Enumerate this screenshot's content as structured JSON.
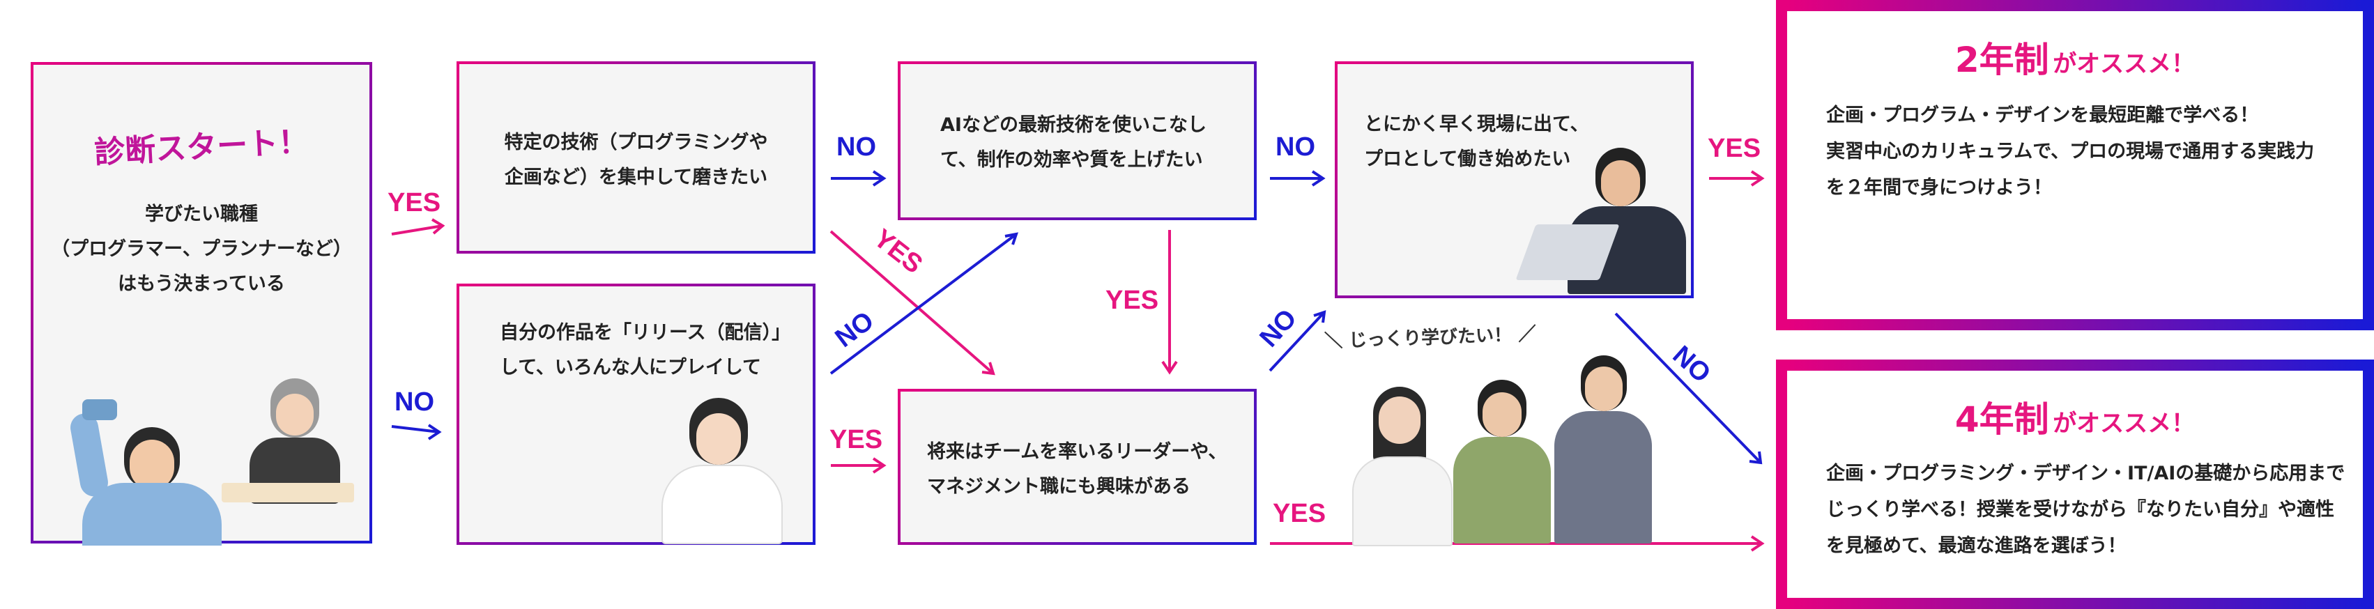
{
  "start": {
    "title": "診断スタート！",
    "text": "学びたい職種\n（プログラマー、プランナーなど）\nはもう決まっている"
  },
  "q1": {
    "text": "特定の技術（プログラミングや\n企画など）を集中して磨きたい"
  },
  "q2": {
    "text": "自分の作品を「リリース（配信）」\nして、いろんな人にプレイして"
  },
  "q3": {
    "text": "AIなどの最新技術を使いこなし\nて、制作の効率や質を上げたい"
  },
  "q4": {
    "text": "将来はチームを率いるリーダーや、\nマネジメント職にも興味がある"
  },
  "q5": {
    "text": "とにかく早く現場に出て、\nプロとして働き始めたい"
  },
  "speech": "＼ じっくり学びたい！ ／",
  "labels": {
    "yes": "YES",
    "no": "NO"
  },
  "result2": {
    "title_big": "2年制",
    "title_small": "がオススメ！",
    "text": "企画・プログラム・デザインを最短距離で学べる！\n実習中心のカリキュラムで、プロの現場で通用する実践力\nを２年間で身につけよう！"
  },
  "result4": {
    "title_big": "4年制",
    "title_small": "がオススメ！",
    "text": "企画・プログラミング・デザイン・IT/AIの基礎から応用まで\nじっくり学べる！授業を受けながら『なりたい自分』や適性\nを見極めて、最適な進路を選ぼう！"
  },
  "colors": {
    "pink": "#e6157f",
    "blue": "#1c1cd3"
  }
}
